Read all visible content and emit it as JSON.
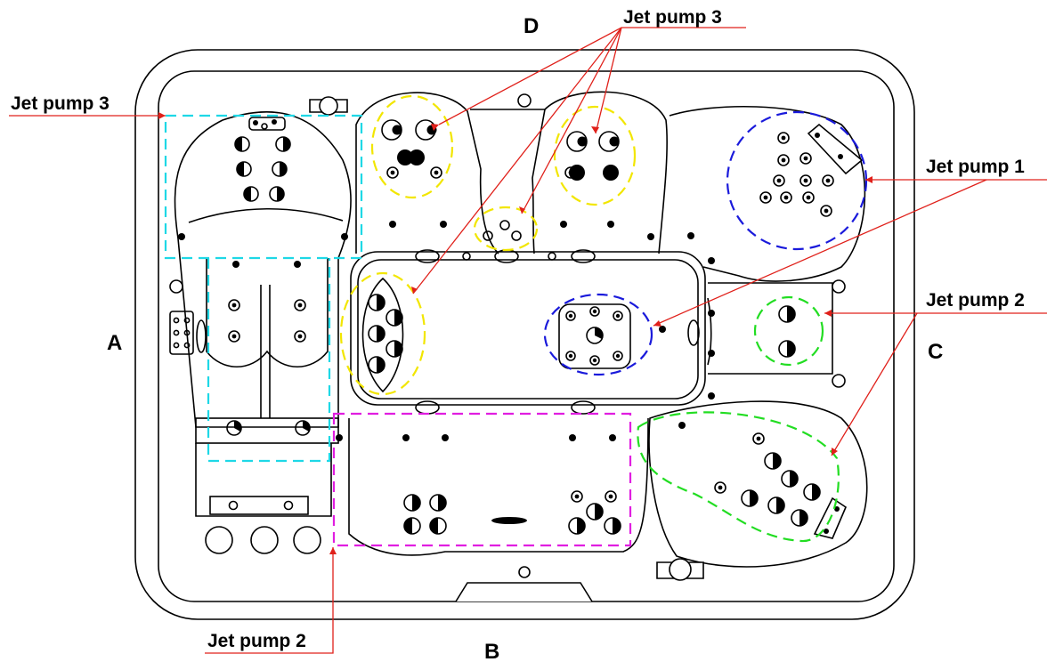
{
  "labels": {
    "pump3_top": "Jet pump 3",
    "pump3_left": "Jet pump 3",
    "pump1_right": "Jet pump 1",
    "pump2_right": "Jet pump 2",
    "pump2_bottom": "Jet pump 2"
  },
  "sides": {
    "a": "A",
    "b": "B",
    "c": "C",
    "d": "D"
  },
  "colors": {
    "leader": "#e0201a",
    "pump1_zone": "#1a1adb",
    "pump2_zone_green": "#22dd22",
    "pump2_zone_magenta": "#e01ee0",
    "pump3_zone_yellow": "#f2e600",
    "pump3_zone_cyan": "#1ed8e6"
  }
}
